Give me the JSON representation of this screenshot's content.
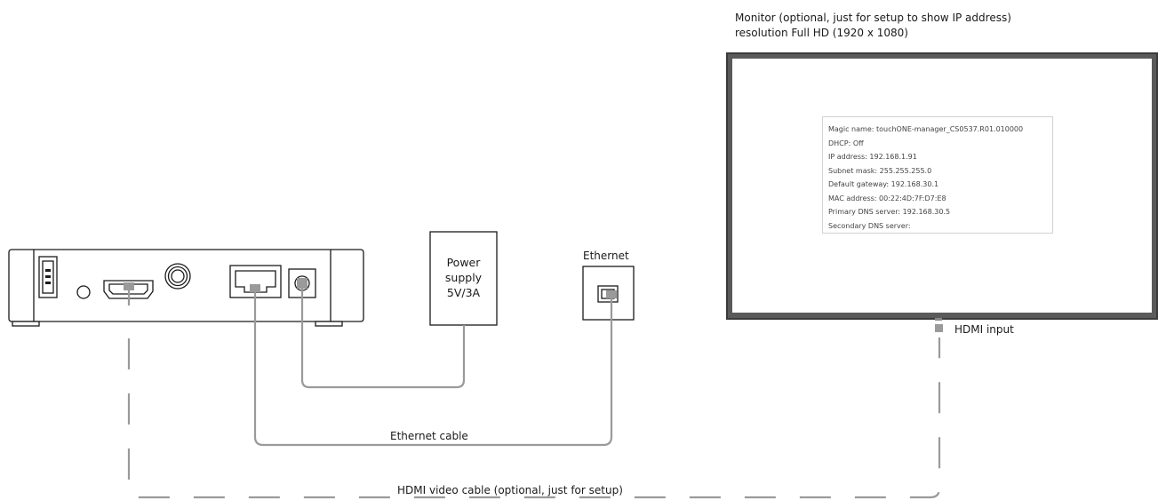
{
  "monitor": {
    "caption_line1": "Monitor (optional, just for setup to show IP address)",
    "caption_line2": "resolution Full HD (1920 x 1080)",
    "info_lines": [
      "Magic name: touchONE-manager_CS0537.R01.010000",
      "DHCP: Off",
      "IP address: 192.168.1.91",
      "Subnet mask: 255.255.255.0",
      "Default gateway: 192.168.30.1",
      "MAC address: 00:22:4D:7F:D7:E8",
      "Primary DNS server: 192.168.30.5",
      "Secondary DNS server:"
    ],
    "hdmi_input_label": "HDMI input"
  },
  "power_supply": {
    "line1": "Power",
    "line2": "supply",
    "line3": "5V/3A"
  },
  "ethernet_socket": {
    "label": "Ethernet"
  },
  "cables": {
    "ethernet_cable_label": "Ethernet cable",
    "hdmi_cable_label": "HDMI video cable (optional, just for setup)"
  },
  "colors": {
    "device_stroke": "#1a1a1a",
    "cable": "#9a9a9a",
    "monitor_frame": "#3a3a3a",
    "info_border": "#d2d2d2"
  }
}
